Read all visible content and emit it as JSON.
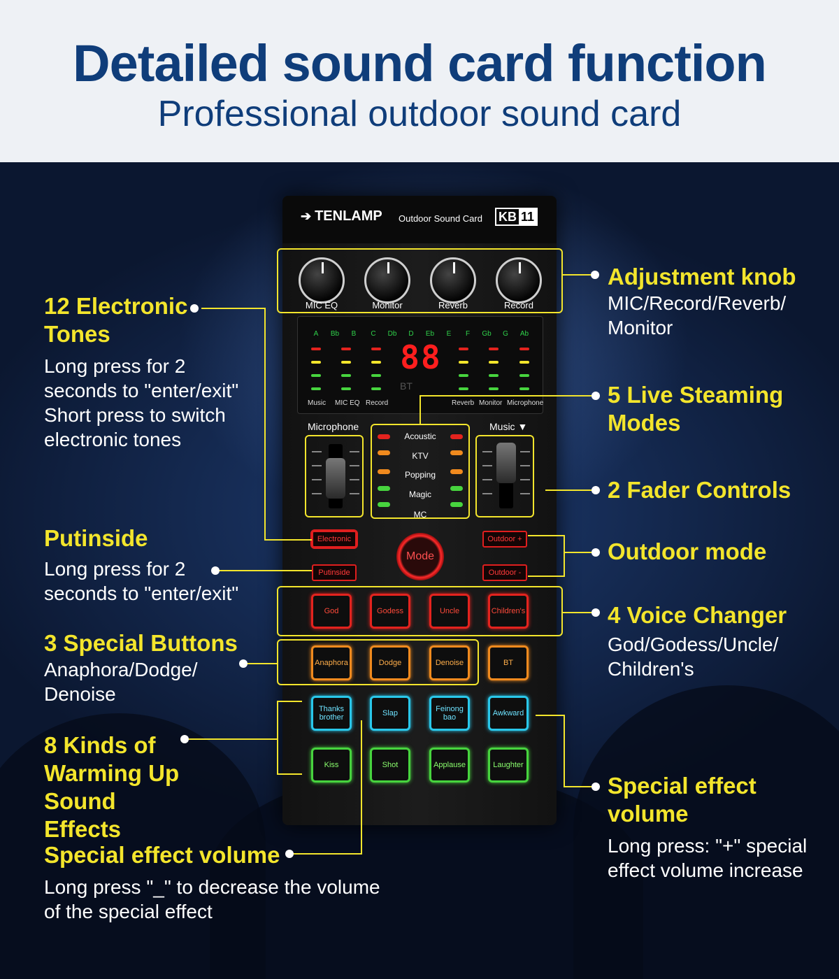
{
  "header": {
    "title": "Detailed sound card function",
    "subtitle": "Professional outdoor sound card"
  },
  "device": {
    "brand": "TENLAMP",
    "brand_sub": "Outdoor Sound Card",
    "model_prefix": "KB",
    "model_num": "11",
    "knobs": [
      "MIC EQ",
      "Monitor",
      "Reverb",
      "Record"
    ],
    "notes": [
      "A",
      "Bb",
      "B",
      "C",
      "Db",
      "D",
      "Eb",
      "E",
      "F",
      "Gb",
      "G",
      "Ab"
    ],
    "segment_display": "88",
    "bt_indicator": "BT",
    "display_labels": [
      "Music",
      "MIC EQ",
      "Record",
      "Reverb",
      "Monitor",
      "Microphone"
    ],
    "microphone_label": "Microphone",
    "music_label": "Music ▼",
    "modes": [
      "Acoustic",
      "KTV",
      "Popping",
      "Magic",
      "MC"
    ],
    "electronic_btn": "Electronic",
    "putinside_btn": "Putinside",
    "mode_btn": "Mode",
    "outdoor_plus_btn": "Outdoor +",
    "outdoor_minus_btn": "Outdoor -",
    "voice_buttons": [
      "God",
      "Godess",
      "Uncle",
      "Children's"
    ],
    "special_buttons": [
      "Anaphora",
      "Dodge",
      "Denoise",
      "BT"
    ],
    "effect_row1": [
      "Thanks brother",
      "Slap",
      "Feinong bao",
      "Awkward"
    ],
    "effect_row2": [
      "Kiss",
      "Shot",
      "Applause",
      "Laughter"
    ],
    "colors": {
      "accent_yellow": "#f3e52c",
      "title_blue": "#0f3d7a",
      "red": "#e3231e",
      "orange": "#f08a1e",
      "cyan": "#29c7ea",
      "green": "#47d43e"
    }
  },
  "annotations": {
    "adjustment_knob": {
      "title": "Adjustment knob",
      "text": "MIC/Record/Reverb/ Monitor"
    },
    "electronic_tones": {
      "title": "12 Electronic Tones",
      "text": "Long press for 2 seconds to \"enter/exit\" Short press to switch electronic tones"
    },
    "live_modes": {
      "title": "5 Live Steaming Modes"
    },
    "fader_controls": {
      "title": "2 Fader Controls"
    },
    "putinside": {
      "title": "Putinside",
      "text": "Long press for 2 seconds to \"enter/exit\""
    },
    "outdoor_mode": {
      "title": "Outdoor mode"
    },
    "voice_changer": {
      "title": "4 Voice Changer",
      "text": "God/Godess/Uncle/ Children's"
    },
    "special_buttons": {
      "title": "3 Special Buttons",
      "text": "Anaphora/Dodge/ Denoise"
    },
    "warming_up": {
      "title": "8 Kinds of Warming Up Sound Effects"
    },
    "effect_volume_right": {
      "title": "Special effect volume",
      "text": "Long press: \"+\" special effect volume increase"
    },
    "effect_volume_left": {
      "title": "Special effect volume",
      "text": "Long press \"_\" to decrease the volume of the special effect"
    }
  }
}
